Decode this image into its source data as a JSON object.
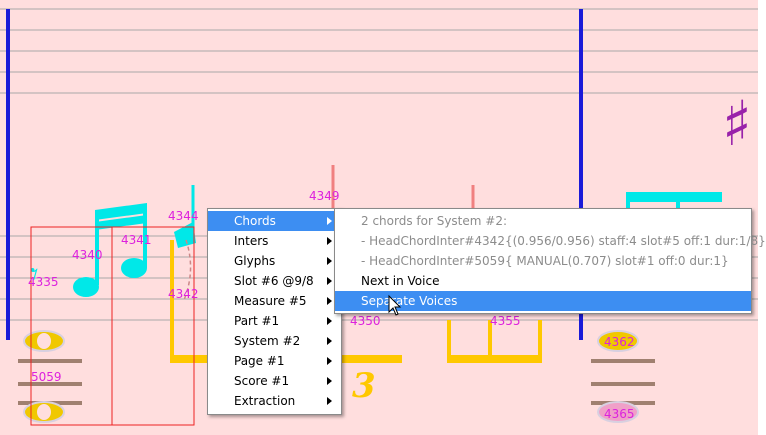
{
  "colors": {
    "background": "#ffdede",
    "staff_line": "#a8a8a8",
    "barline": "#1a1ad8",
    "notes": "#00e8e8",
    "beams_selected": "#ffc800",
    "sharp": "#9922aa",
    "id_label": "#dd22dd",
    "stem_red": "#f08080",
    "menu_highlight": "#3d8ef2"
  },
  "score": {
    "ids": {
      "id_4335": "4335",
      "id_4340": "4340",
      "id_4341": "4341",
      "id_4344": "4344",
      "id_4342": "4342",
      "id_4349": "4349",
      "id_4350": "4350",
      "id_4355": "4355",
      "id_4362": "4362",
      "id_4365": "4365",
      "id_5059": "5059"
    },
    "tuplet_number": "3",
    "accidental": "♯"
  },
  "main_menu": {
    "items": [
      {
        "label": "Chords",
        "submenu": true,
        "selected": true
      },
      {
        "label": "Inters",
        "submenu": true
      },
      {
        "label": "Glyphs",
        "submenu": true
      },
      {
        "label": "Slot #6 @9/8",
        "submenu": true
      },
      {
        "label": "Measure #5",
        "submenu": true
      },
      {
        "label": "Part #1",
        "submenu": true
      },
      {
        "label": "System #2",
        "submenu": true
      },
      {
        "label": "Page #1",
        "submenu": true
      },
      {
        "label": "Score #1",
        "submenu": true
      },
      {
        "label": "Extraction",
        "submenu": true
      }
    ]
  },
  "chords_submenu": {
    "header": "2 chords for System #2:",
    "items": [
      {
        "label": "- HeadChordInter#4342{(0.956/0.956) staff:4 slot#5 off:1 dur:1/8}",
        "enabled": false
      },
      {
        "label": "- HeadChordInter#5059{ MANUAL(0.707) slot#1 off:0 dur:1}",
        "enabled": false
      },
      {
        "label": "Next in Voice",
        "enabled": true
      },
      {
        "label": "Separate Voices",
        "enabled": true,
        "selected": true
      }
    ]
  }
}
